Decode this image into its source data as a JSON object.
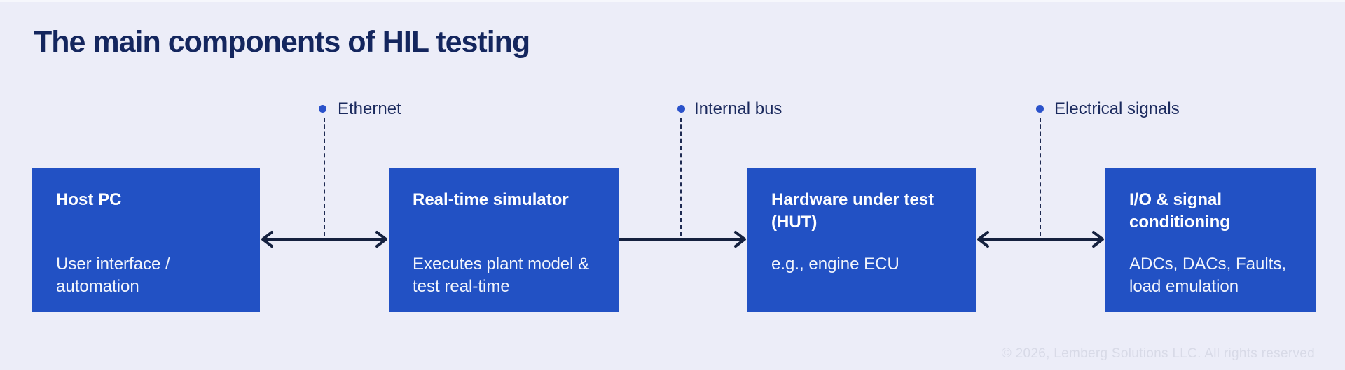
{
  "title": "The main components of HIL testing",
  "components": [
    {
      "title": "Host PC",
      "description": "User interface / automation"
    },
    {
      "title": "Real-time simulator",
      "description": "Executes plant model & test real-time"
    },
    {
      "title": "Hardware under test (HUT)",
      "description": "e.g., engine ECU"
    },
    {
      "title": "I/O & signal conditioning",
      "description": "ADCs, DACs, Faults, load emulation"
    }
  ],
  "connections": [
    {
      "label": "Ethernet",
      "arrow_direction": "both"
    },
    {
      "label": "Internal bus",
      "arrow_direction": "right"
    },
    {
      "label": "Electrical signals",
      "arrow_direction": "both"
    }
  ],
  "footer": "© 2026, Lemberg Solutions LLC. All rights reserved",
  "colors": {
    "background": "#ECEDF8",
    "box_fill": "#2251C4",
    "title_text": "#14265E",
    "label_text": "#1B2A5E",
    "arrow": "#15213F",
    "dot_accent": "#2B52CA",
    "box_text": "#FFFFFF",
    "footer_text": "#D8DAE7"
  }
}
